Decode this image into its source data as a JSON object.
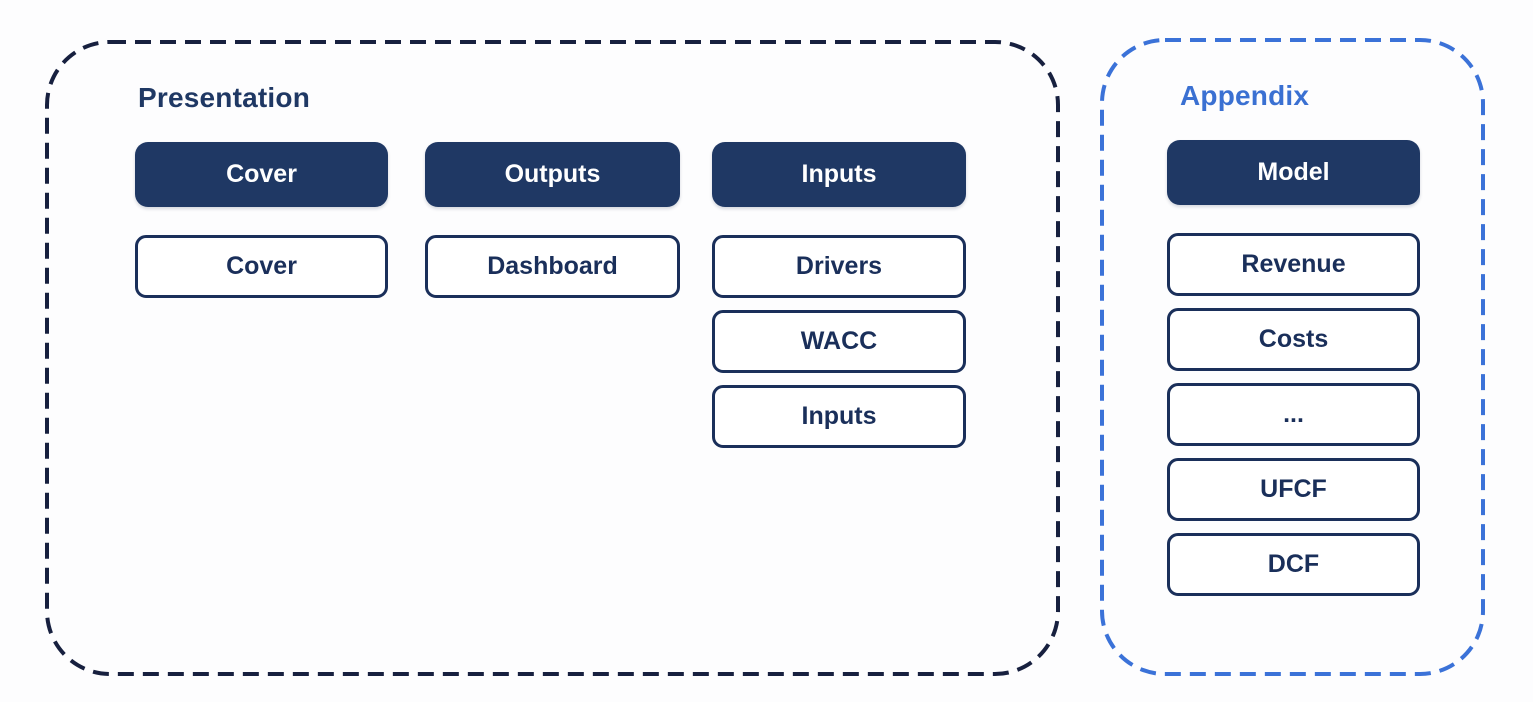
{
  "colors": {
    "background": "#fdfdfe",
    "dark_box_fill": "#1f3864",
    "dark_box_text": "#ffffff",
    "outline_box_border": "#1a2f5a",
    "outline_box_text": "#1a2f5a",
    "presentation_border": "#17203f",
    "presentation_title": "#1f3864",
    "appendix_border": "#3b72d8",
    "appendix_title": "#3a70d2"
  },
  "presentation": {
    "title": "Presentation",
    "columns": [
      {
        "header": "Cover",
        "items": [
          "Cover"
        ]
      },
      {
        "header": "Outputs",
        "items": [
          "Dashboard"
        ]
      },
      {
        "header": "Inputs",
        "items": [
          "Drivers",
          "WACC",
          "Inputs"
        ]
      }
    ]
  },
  "appendix": {
    "title": "Appendix",
    "column": {
      "header": "Model",
      "items": [
        "Revenue",
        "Costs",
        "...",
        "UFCF",
        "DCF"
      ]
    }
  }
}
